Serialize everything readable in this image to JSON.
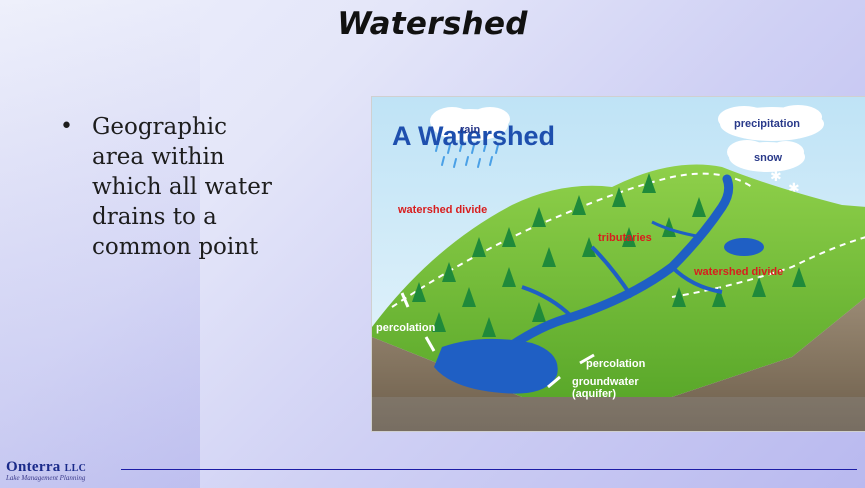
{
  "slide": {
    "title": "Watershed",
    "bullet": "Geographic area within which all water drains to a common point",
    "bullet_lines": [
      "Geographic",
      "area within",
      "which all water",
      "drains to a",
      "common point"
    ]
  },
  "figure": {
    "heading": "A Watershed",
    "labels": {
      "rain": "rain",
      "precipitation": "precipitation",
      "snow": "snow",
      "watershed_divide_left": "watershed divide",
      "tributaries": "tributaries",
      "watershed_divide_right": "watershed divide",
      "percolation_left": "percolation",
      "percolation_right": "percolation",
      "groundwater": "groundwater",
      "aquifer": "(aquifer)"
    }
  },
  "footer": {
    "company": "Onterra",
    "company_suffix": "LLC",
    "tagline": "Lake Management Planning"
  },
  "colors": {
    "title_text": "#111111",
    "water": "#1f5fc4",
    "land": "#78c23a",
    "label_red": "#d81e1e",
    "footer_rule": "#1c1ca6"
  }
}
